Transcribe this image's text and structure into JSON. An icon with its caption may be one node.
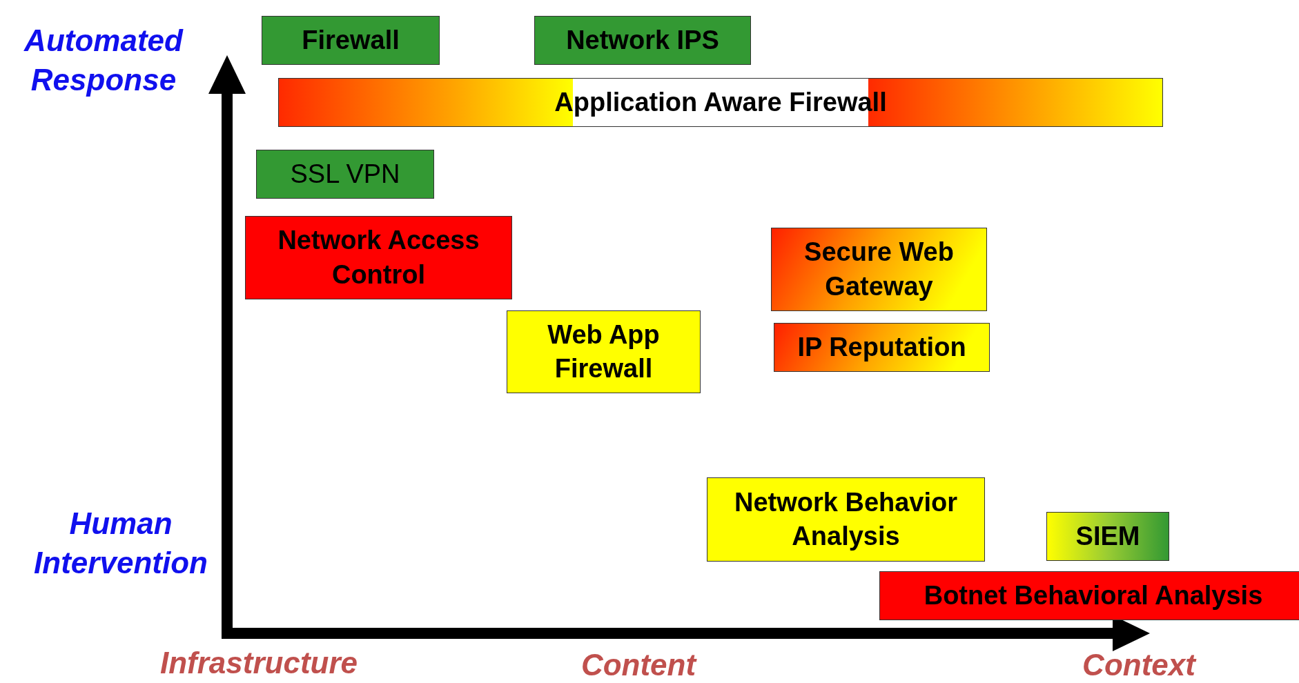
{
  "diagram": {
    "nodes": [
      {
        "text": [
          "Firewall"
        ]
      },
      {
        "text": [
          "Network IPS"
        ]
      },
      {
        "text": [
          "Application Aware Firewall"
        ]
      },
      {
        "text": [
          "SSL VPN"
        ]
      },
      {
        "text": [
          "Network Access Control"
        ]
      },
      {
        "text": [
          "Web App Firewall"
        ]
      },
      {
        "text": [
          "Secure Web Gateway"
        ]
      },
      {
        "text": [
          "IP Reputation"
        ]
      },
      {
        "text": [
          "Network Behavior Analysis"
        ]
      },
      {
        "text": [
          "SIEM"
        ]
      },
      {
        "text": [
          "Botnet Behavioral Analysis"
        ]
      }
    ],
    "labels": [
      "Automated Response",
      "Human Intervention",
      "Infrastructure",
      "Content",
      "Context"
    ]
  }
}
